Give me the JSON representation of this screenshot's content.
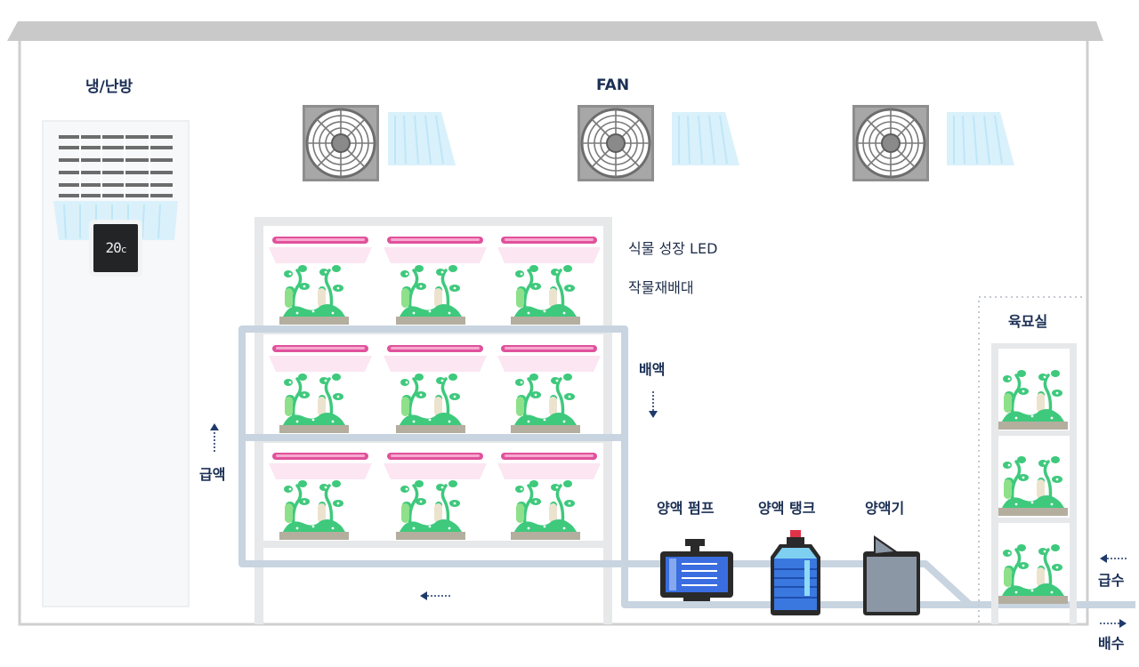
{
  "labels": {
    "hvac": "냉/난방",
    "fan": "FAN",
    "led": "식물 성장 LED",
    "rack": "작물재배대",
    "drain_liquid": "배액",
    "supply_liquid": "급액",
    "pump": "양액 펌프",
    "tank": "양액 탱크",
    "nutrient_machine": "양액기",
    "nursery": "육묘실",
    "water_in": "급수",
    "water_out": "배수"
  },
  "hvac_display": "20",
  "hvac_display_unit": "c",
  "colors": {
    "label_text": "#1b2f54",
    "pipe": "#c8d4e0",
    "shelf": "#e6e8ea",
    "roof": "#c9c9c9",
    "led": "#e0529c",
    "plant": "#3ec97c",
    "soil": "#b4ae9f",
    "pump_blue": "#3a6ee0",
    "tank_blue": "#3a78e0",
    "machine_gray": "#8b97a5",
    "arrow": "#1f3a6a"
  },
  "icons": {
    "fan": "fan-icon",
    "pump": "pump-icon",
    "tank": "water-tank-icon",
    "machine": "nutrient-machine-icon",
    "plant": "seedling-icon",
    "led": "led-bar-icon"
  }
}
